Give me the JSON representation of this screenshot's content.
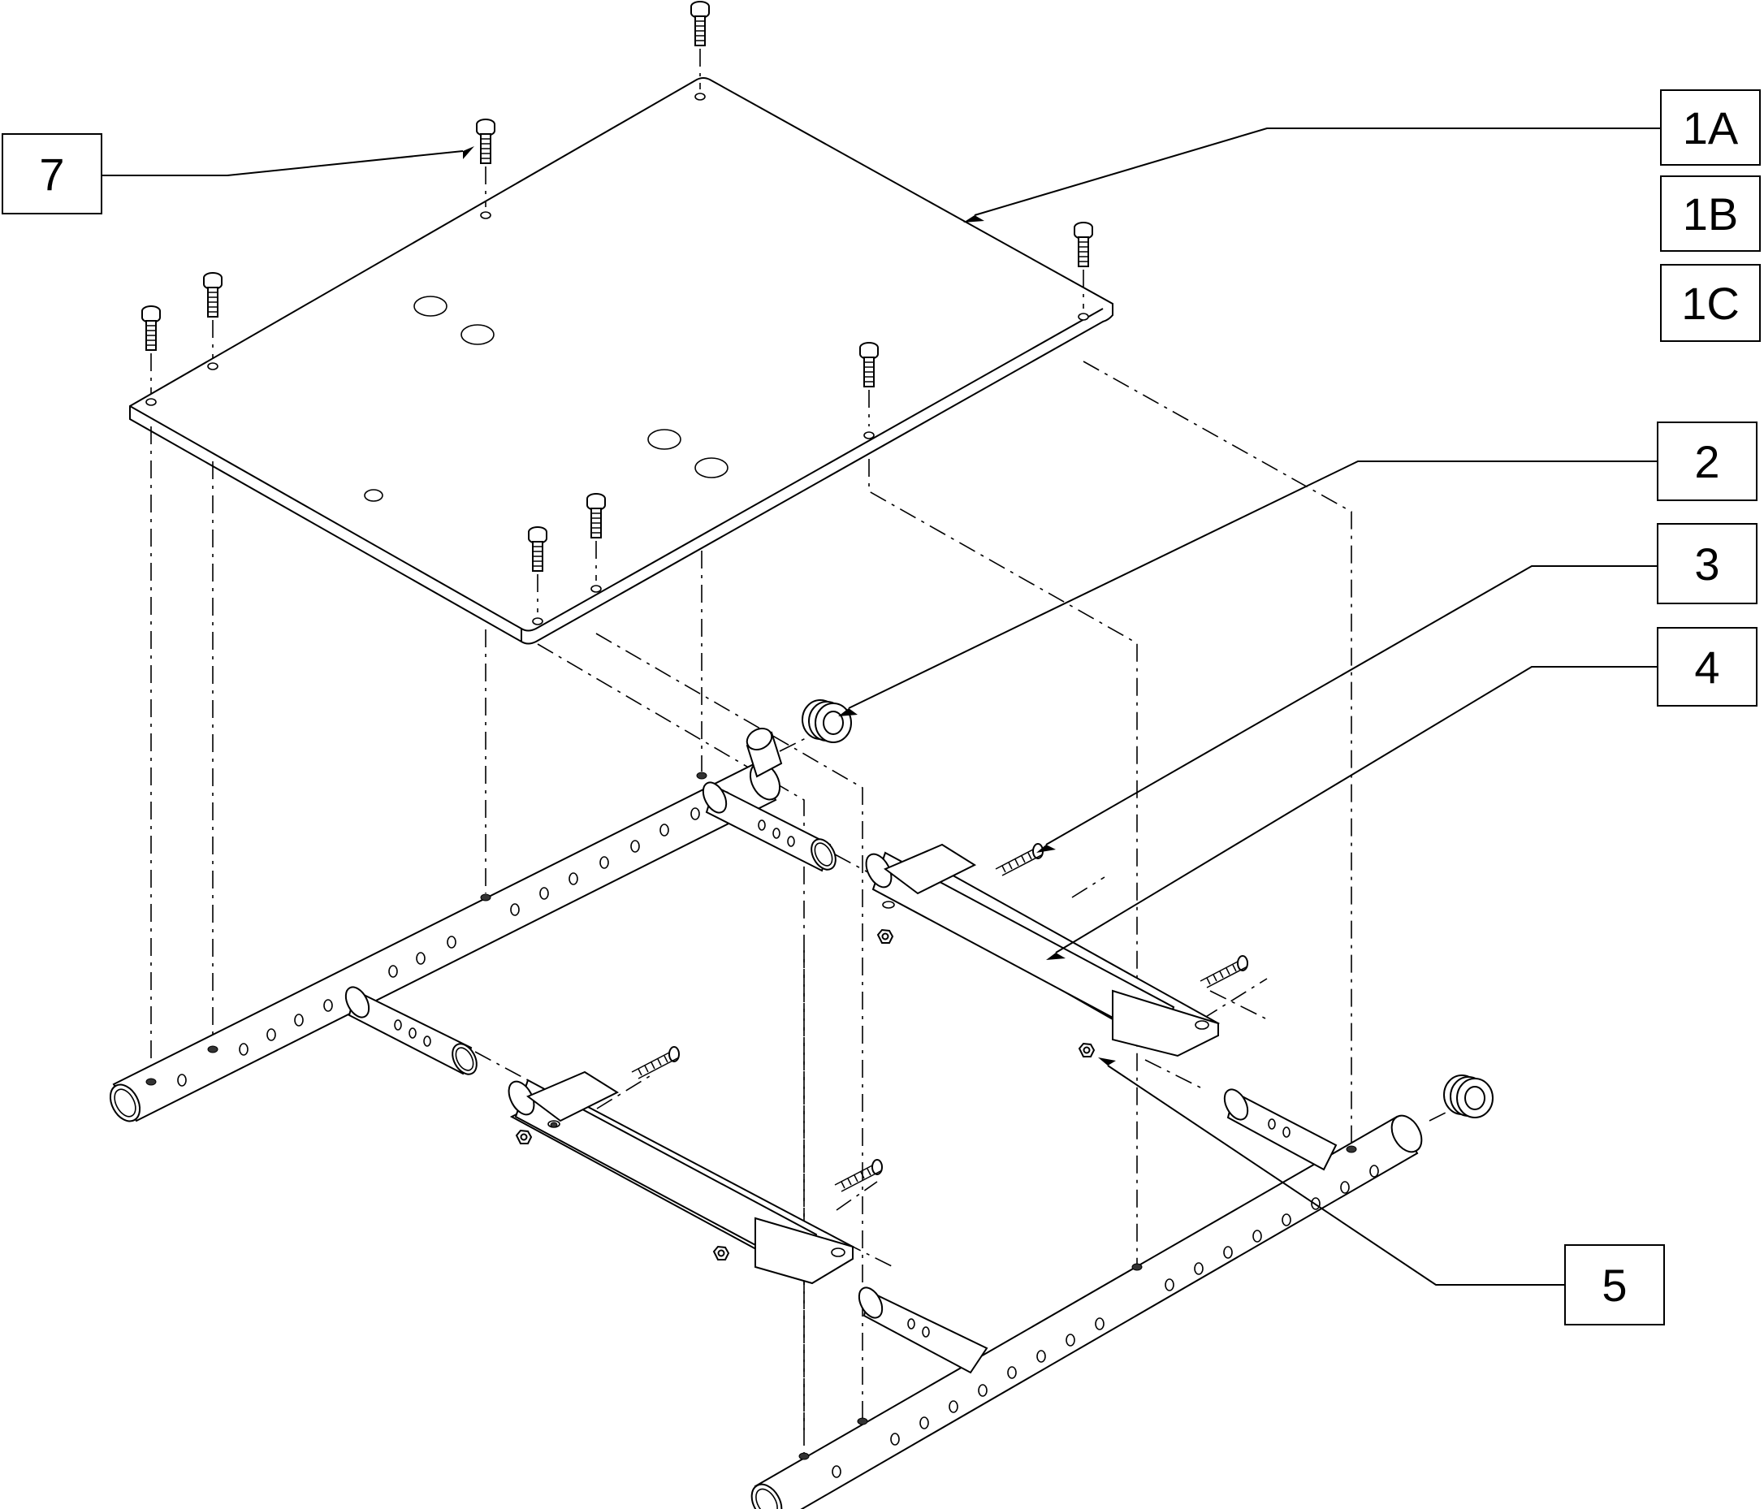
{
  "callouts": {
    "c1a": "1A",
    "c1b": "1B",
    "c1c": "1C",
    "c2": "2",
    "c3": "3",
    "c4": "4",
    "c5": "5",
    "c7": "7"
  }
}
